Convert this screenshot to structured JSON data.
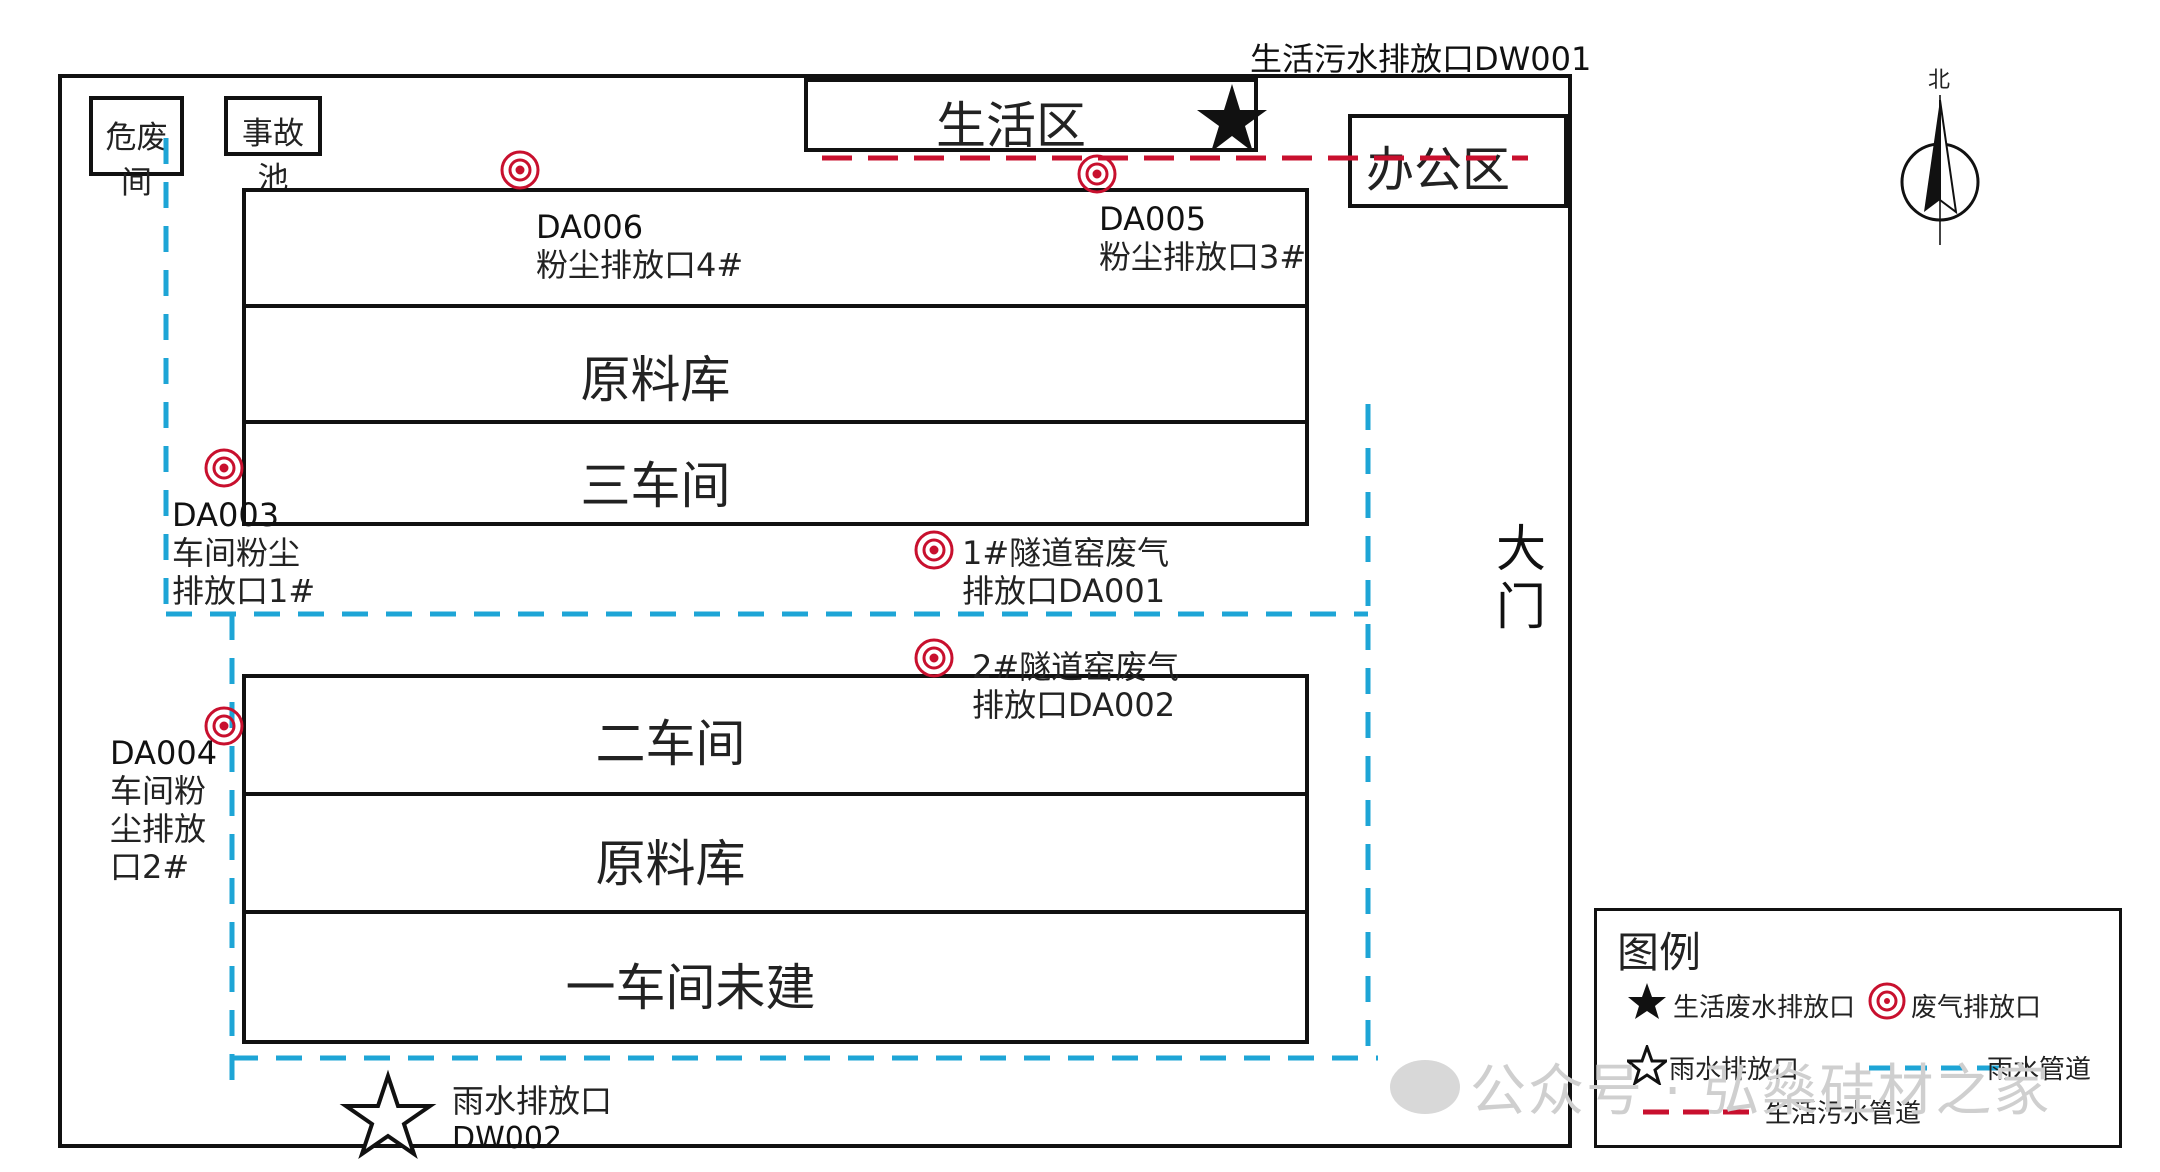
{
  "areas": {
    "hazardous_waste": "危废间",
    "accident_pool": "事故池",
    "living_area": "生活区",
    "office_area": "办公区",
    "gate": "大门"
  },
  "buildings": {
    "top_block": [
      "原料库",
      "三车间"
    ],
    "bottom_block": [
      "二车间",
      "原料库",
      "一车间未建"
    ]
  },
  "outlets": {
    "dw001": "生活污水排放口DW001",
    "da006": {
      "code": "DA006",
      "name": "粉尘排放口4#"
    },
    "da005": {
      "code": "DA005",
      "name": "粉尘排放口3#"
    },
    "da003": {
      "code": "DA003",
      "line1": "车间粉尘",
      "line2": "排放口1#"
    },
    "da001": {
      "line1": "1#隧道窑废气",
      "line2": "排放口DA001"
    },
    "da002": {
      "line1": "2#隧道窑废气",
      "line2": "排放口DA002"
    },
    "da004": {
      "code": "DA004",
      "line1": "车间粉",
      "line2": "尘排放",
      "line3": "口2#"
    },
    "dw002": {
      "line1": "雨水排放口",
      "line2": "DW002"
    }
  },
  "compass": {
    "label": "北"
  },
  "legend": {
    "title": "图例",
    "domestic_outlet": "生活废水排放口",
    "gas_outlet": "废气排放口",
    "rain_outlet": "雨水排放口",
    "rain_pipe": "雨水管道",
    "sewage_pipe": "生活污水管道"
  },
  "watermark": "公众号 · 弘燊硅材之家",
  "colors": {
    "outline": "#111111",
    "rain_pipe": "#1ea5d6",
    "sewage_pipe": "#c8102e",
    "gas_outlet": "#c8102e"
  }
}
